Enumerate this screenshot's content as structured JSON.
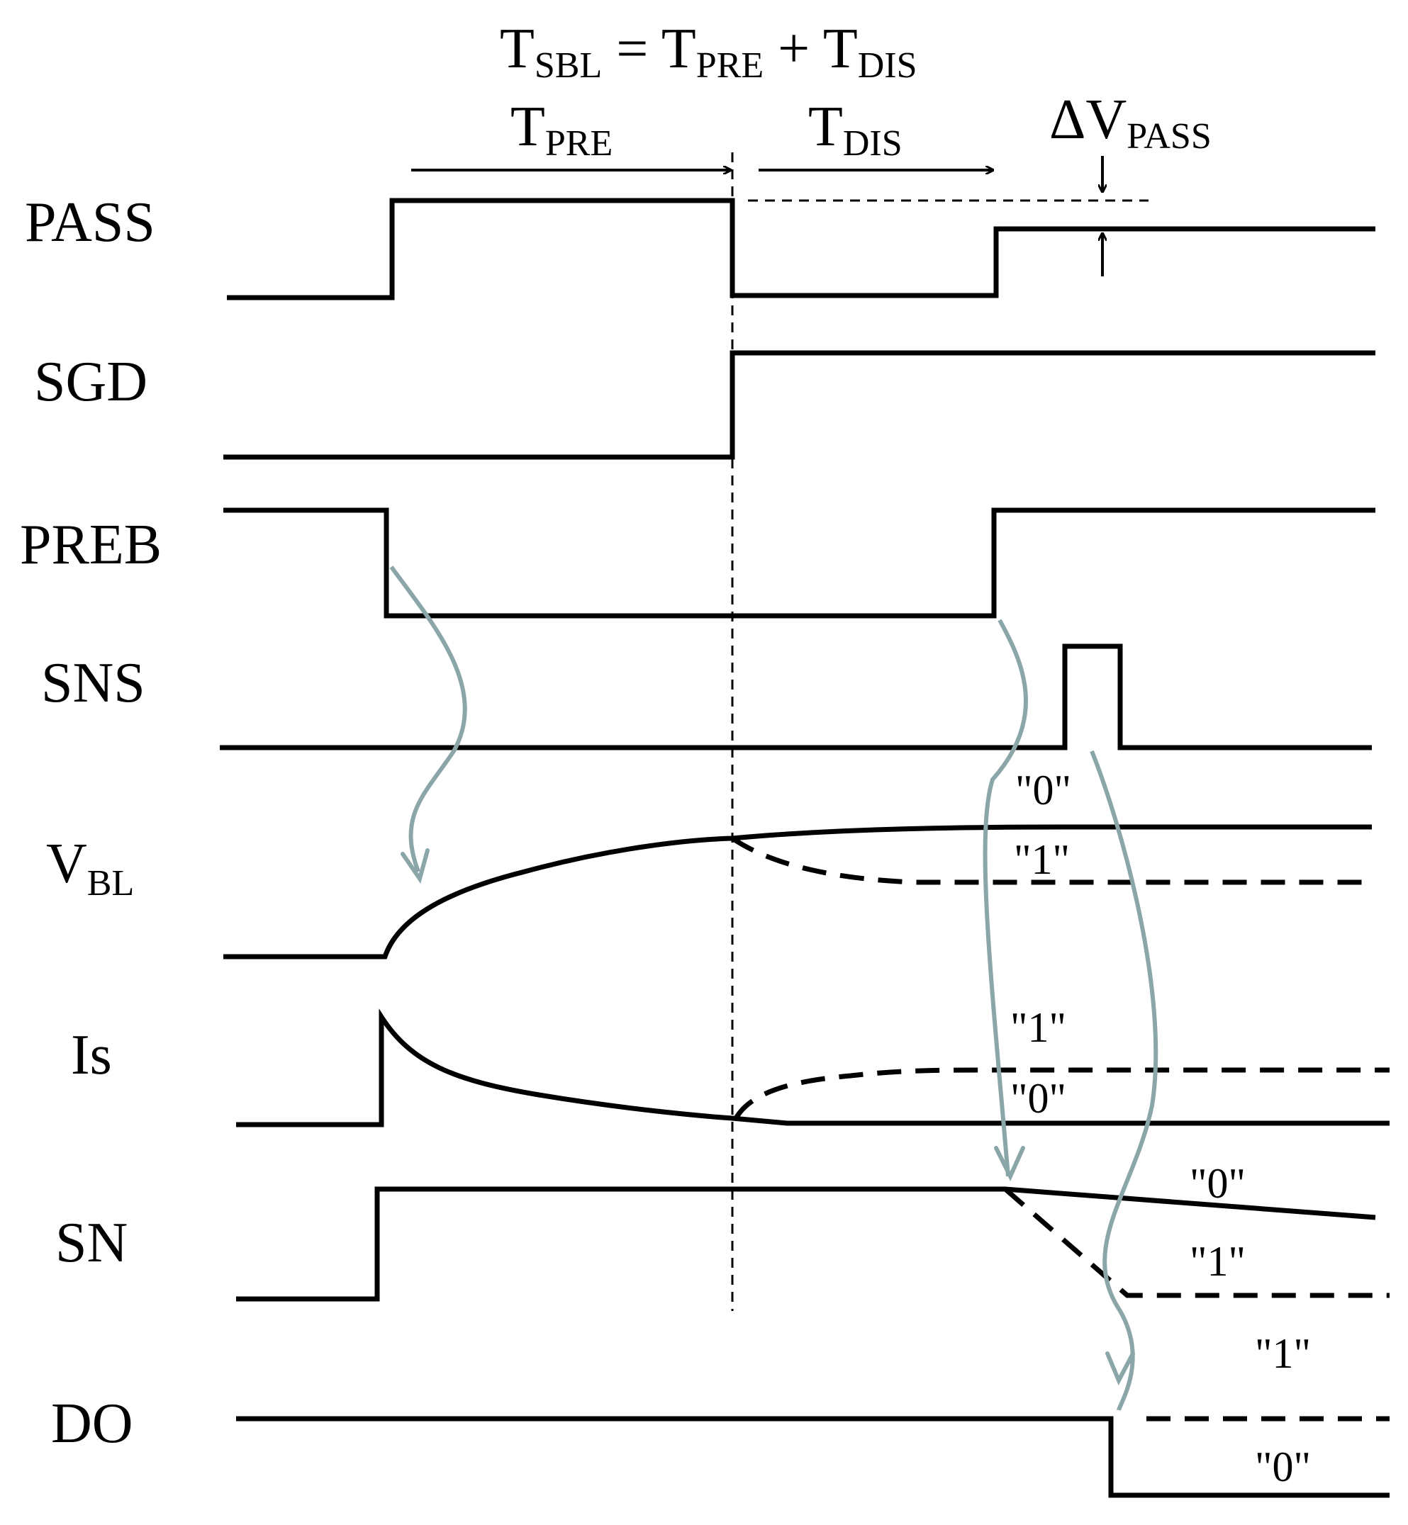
{
  "header": {
    "equation": {
      "t1": "T",
      "s1": "SBL",
      "eq": " = ",
      "t2": "T",
      "s2": "PRE",
      "plus": " + ",
      "t3": "T",
      "s3": "DIS"
    },
    "tpre": {
      "main": "T",
      "sub": "PRE"
    },
    "tdis": {
      "main": "T",
      "sub": "DIS"
    },
    "dvpass": {
      "main": "ΔV",
      "sub": "PASS"
    }
  },
  "signals": {
    "pass": "PASS",
    "sgd": "SGD",
    "preb": "PREB",
    "sns": "SNS",
    "vbl": {
      "main": "V",
      "sub": "BL"
    },
    "is": "Is",
    "sn": "SN",
    "do": "DO"
  },
  "annotations": {
    "vbl_zero": "\"0\"",
    "vbl_one": "\"1\"",
    "is_one": "\"1\"",
    "is_zero": "\"0\"",
    "sn_zero": "\"0\"",
    "sn_one": "\"1\"",
    "do_one": "\"1\"",
    "do_zero": "\"0\""
  },
  "colors": {
    "waveform": "#000000",
    "causal_arrow": "#8aa6a9"
  }
}
